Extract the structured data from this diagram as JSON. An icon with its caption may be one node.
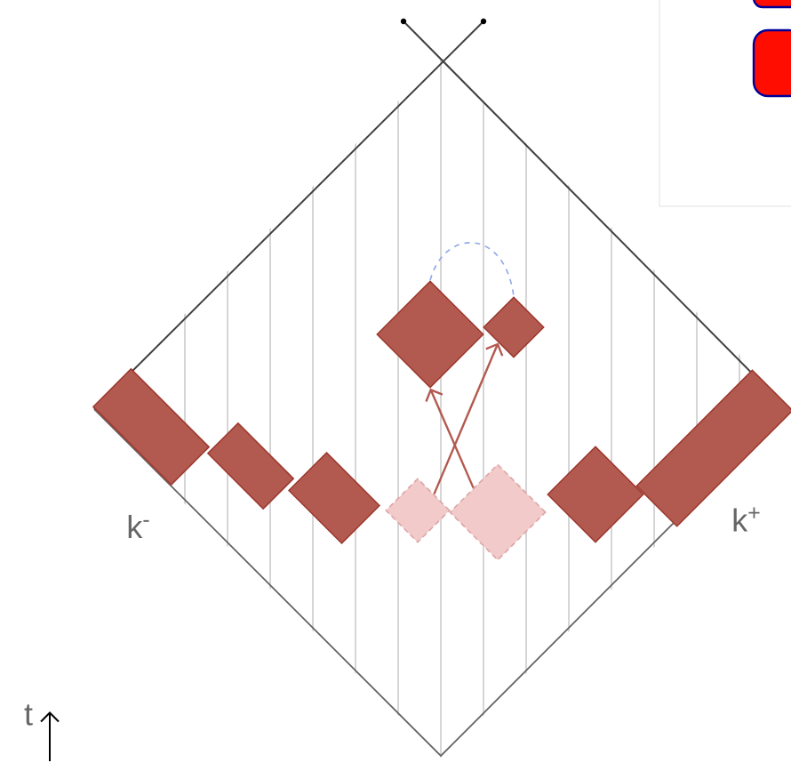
{
  "diagram": {
    "nodes": [
      {
        "text": [],
        "shape": "diamond"
      },
      {
        "text": [],
        "shape": "diamond"
      },
      {
        "text": [],
        "shape": "bar"
      },
      {
        "text": [],
        "shape": "bar"
      },
      {
        "text": [],
        "shape": "bar"
      },
      {
        "text": [],
        "shape": "diamond"
      },
      {
        "text": [],
        "shape": "diamond"
      },
      {
        "text": [],
        "shape": "diamond"
      },
      {
        "text": [],
        "shape": "bar"
      }
    ],
    "edges": [
      {
        "from": 5,
        "to": 1,
        "arrow": "to"
      },
      {
        "from": 6,
        "to": 0,
        "arrow": "to"
      },
      {
        "from": 0,
        "to": 1,
        "arrow": "none",
        "style": "dashed",
        "color": "#8fa8e8"
      }
    ],
    "labels": [
      "k$^{-}$",
      "k$^{+}$",
      "t"
    ]
  }
}
